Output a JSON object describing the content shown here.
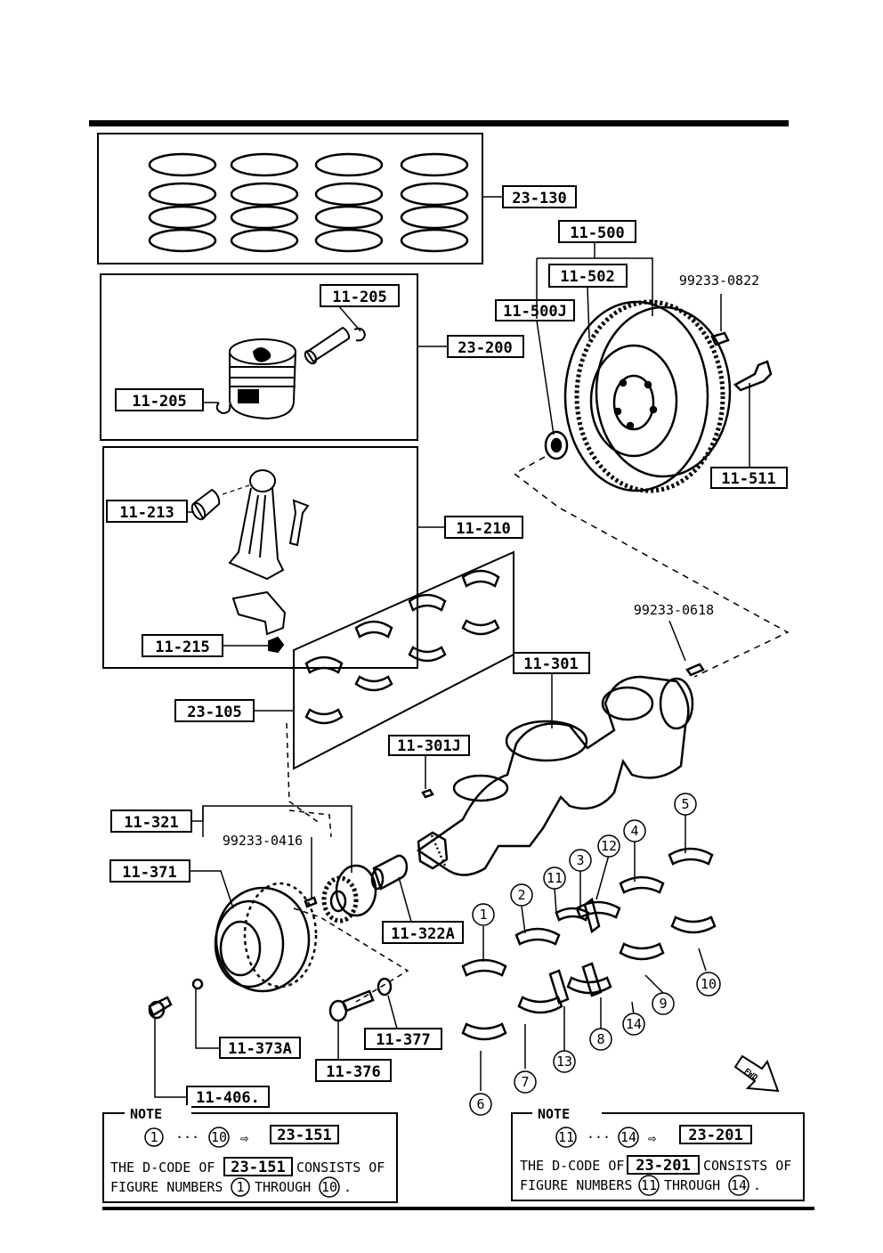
{
  "labels": {
    "rings_set": "23-130",
    "flywheel_assy": "11-500",
    "flywheel": "11-502",
    "pilot_bearing": "11-500J",
    "dowel_flywheel": "99233-0822",
    "piston_pin_clip_top": "11-205",
    "piston_assy": "23-200",
    "piston_pin_clip_left": "11-205",
    "flywheel_bolt": "11-511",
    "con_rod_bushing": "11-213",
    "con_rod_assy": "11-210",
    "dowel_crank": "99233-0618",
    "con_rod_nut": "11-215",
    "crankshaft": "11-301",
    "con_rod_bearing_set": "23-105",
    "crank_key": "11-301J",
    "timing_pulley": "11-321",
    "key_pulley": "99233-0416",
    "crank_pulley": "11-371",
    "spacer": "11-322A",
    "washer_pulley": "11-373A",
    "washer_bolt": "11-377",
    "pulley_bolt": "11-376",
    "lock_bolt": "11-406."
  },
  "bearing_numbers": [
    "1",
    "2",
    "3",
    "4",
    "5",
    "6",
    "7",
    "8",
    "9",
    "10",
    "11",
    "12",
    "13",
    "14"
  ],
  "fwd_text": "FWD",
  "notes": [
    {
      "title": "NOTE",
      "from": "1",
      "dots": "···",
      "to": "10",
      "arrow": "⇨",
      "code": "23-151",
      "line1_pre": "THE D-CODE OF",
      "line1_post": "CONSISTS OF",
      "line2_pre": "FIGURE NUMBERS",
      "line2_mid": "THROUGH",
      "line2_end": "."
    },
    {
      "title": "NOTE",
      "from": "11",
      "dots": "···",
      "to": "14",
      "arrow": "⇨",
      "code": "23-201",
      "line1_pre": "THE D-CODE OF",
      "line1_post": "CONSISTS OF",
      "line2_pre": "FIGURE NUMBERS",
      "line2_mid": "THROUGH",
      "line2_end": "."
    }
  ]
}
